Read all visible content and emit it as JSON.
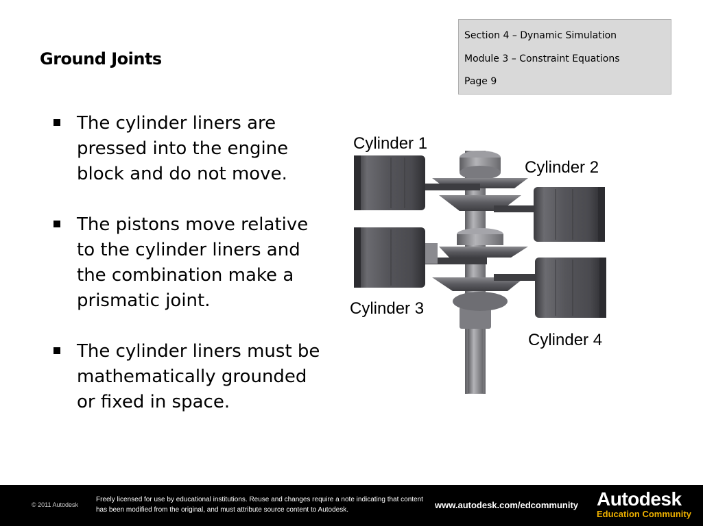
{
  "header": {
    "title": "Ground Joints",
    "section": "Section 4 – Dynamic Simulation",
    "module": "Module 3 – Constraint Equations",
    "page": "Page 9"
  },
  "bullets": [
    "The cylinder liners are pressed into the engine block and do not move.",
    "The pistons move relative to the cylinder liners and the combination make a prismatic joint.",
    "The cylinder liners must be mathematically grounded or fixed in space."
  ],
  "figure": {
    "labels": {
      "cylinder1": "Cylinder 1",
      "cylinder2": "Cylinder 2",
      "cylinder3": "Cylinder 3",
      "cylinder4": "Cylinder 4"
    }
  },
  "footer": {
    "copyright": "© 2011 Autodesk",
    "license": "Freely licensed for use by educational institutions. Reuse and changes require a note indicating that content has been modified from the original, and must attribute source content to Autodesk.",
    "url": "www.autodesk.com/edcommunity",
    "brand": "Autodesk",
    "brand_sub": "Education Community"
  }
}
